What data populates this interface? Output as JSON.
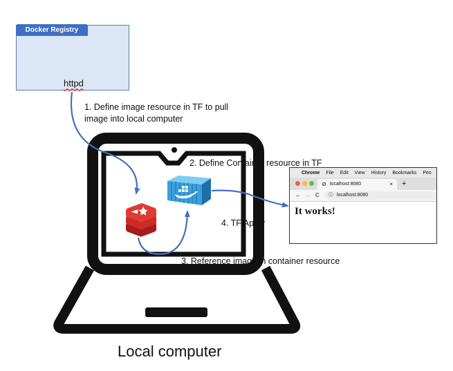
{
  "registry": {
    "title": "Docker Registry",
    "image_name": "httpd",
    "icons": [
      "redis-cube-icon",
      "redis-cube-icon",
      "redis-cube-icon"
    ]
  },
  "steps": {
    "step1_line1": "1. Define image resource in TF to pull",
    "step1_line2": "image into local computer",
    "step2": "2. Define Container resource in TF",
    "step3": "3. Reference image in container resource",
    "step4": "4. TF Apply"
  },
  "local_computer_label": "Local computer",
  "browser": {
    "menu": [
      "Chrome",
      "File",
      "Edit",
      "View",
      "History",
      "Bookmarks",
      "Peo"
    ],
    "tab_title": "localhost:8080",
    "tab_close": "×",
    "new_tab": "+",
    "nav": {
      "back": "←",
      "forward": "→",
      "reload": "C"
    },
    "url": "localhost:8080",
    "page_heading": "It works!"
  },
  "colors": {
    "arrow": "#4470c0",
    "registry_fill": "#dbe7f6",
    "registry_tab": "#3f6fc2",
    "redis_red": "#cc2927",
    "container_blue": "#3aa0dc"
  }
}
